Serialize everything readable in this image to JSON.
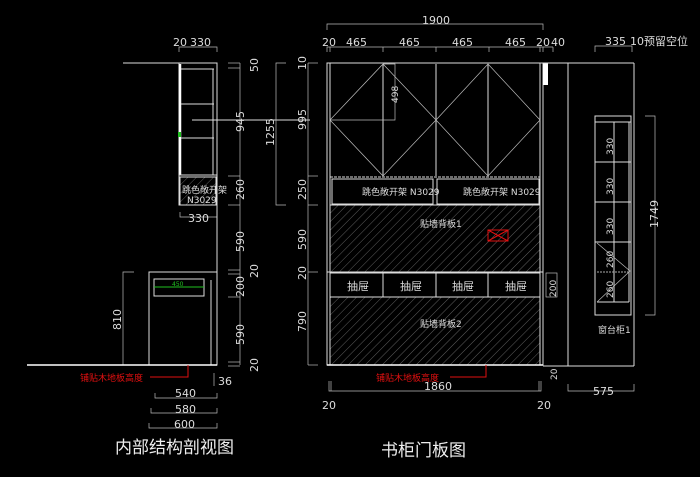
{
  "colors": {
    "background": "#000000",
    "line": "#dddddd",
    "annotation": "#e01010",
    "marker": "#20c020"
  },
  "section_view": {
    "title": "内部结构剖视图",
    "top_dims": [
      "20",
      "330"
    ],
    "shelf_label": "跳色敞开架",
    "shelf_code": "N3029",
    "depth_dim": "330",
    "vertical_dims": [
      "50",
      "945",
      "260",
      "590",
      "20",
      "200",
      "590",
      "20"
    ],
    "total_upper": "1255",
    "base_height": "810",
    "drawer_inner": "450",
    "floor_label": "铺贴木地板高度",
    "floor_thickness": "36",
    "bottom_dims": [
      "540",
      "580",
      "600"
    ]
  },
  "door_view": {
    "title": "书柜门板图",
    "total_width": "1900",
    "top_dims": [
      "20",
      "465",
      "465",
      "465",
      "465",
      "20",
      "40"
    ],
    "door_dim": "498",
    "left_dims": [
      "10",
      "995",
      "250",
      "590",
      "20",
      "790"
    ],
    "open_shelves": [
      "跳色敞开架 N3029",
      "跳色敞开架 N3029"
    ],
    "back_panel_1": "贴墙背板1",
    "back_panel_2": "贴墙背板2",
    "drawers": [
      "抽屉",
      "抽屉",
      "抽屉",
      "抽屉"
    ],
    "drawer_dim": "200",
    "floor_label": "铺贴木地板高度",
    "bottom_width": "1860",
    "bottom_side_dims": [
      "20",
      "20",
      "20"
    ]
  },
  "window_cabinet": {
    "top_dim": "335",
    "gap_label": "10预留空位",
    "shelf_dims": [
      "330",
      "330",
      "330",
      "260",
      "260"
    ],
    "height_dim": "1749",
    "label": "窗台柜1",
    "width_dim": "575"
  }
}
